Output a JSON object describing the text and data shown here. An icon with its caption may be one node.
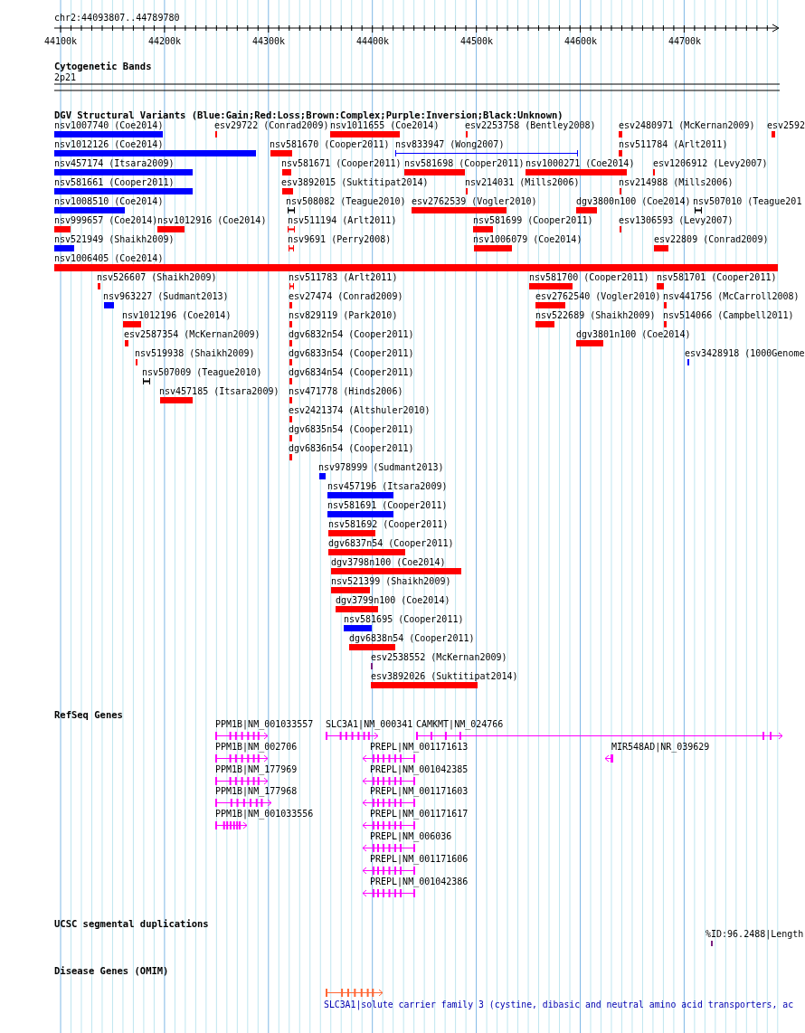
{
  "diagram": {
    "labels": [
      "chr2:44093807..44789780",
      "44100k",
      "44200k",
      "44300k",
      "44400k",
      "44500k",
      "44600k",
      "44700k",
      "Cytogenetic Bands",
      "2p21",
      "DGV Structural Variants (Blue:Gain;Red:Loss;Brown:Complex;Purple:Inversion;Black:Unknown)",
      "nsv1007740 (Coe2014)",
      "esv29722 (Conrad2009)",
      "nsv1011655 (Coe2014)",
      "esv2253758 (Bentley2008)",
      "esv2480971 (McKernan2009)",
      "esv2592",
      "nsv1012126 (Coe2014)",
      "nsv581670 (Cooper2011)",
      "nsv833947 (Wong2007)",
      "nsv511784 (Arlt2011)",
      "nsv457174 (Itsara2009)",
      "nsv581671 (Cooper2011)",
      "nsv581698 (Cooper2011)",
      "nsv1000271 (Coe2014)",
      "esv1206912 (Levy2007)",
      "nsv581661 (Cooper2011)",
      "esv3892015 (Suktitipat2014)",
      "nsv214031 (Mills2006)",
      "nsv214988 (Mills2006)",
      "nsv1008510 (Coe2014)",
      "nsv508082 (Teague2010)",
      "esv2762539 (Vogler2010)",
      "dgv3800n100 (Coe2014)",
      "nsv507010 (Teague201",
      "nsv999657 (Coe2014)",
      "nsv1012916 (Coe2014)",
      "nsv511194 (Arlt2011)",
      "nsv581699 (Cooper2011)",
      "esv1306593 (Levy2007)",
      "nsv521949 (Shaikh2009)",
      "nsv9691 (Perry2008)",
      "nsv1006079 (Coe2014)",
      "esv22809 (Conrad2009)",
      "nsv1006405 (Coe2014)",
      "nsv526607 (Shaikh2009)",
      "nsv511783 (Arlt2011)",
      "nsv581700 (Cooper2011)",
      "nsv581701 (Cooper2011)",
      "nsv963227 (Sudmant2013)",
      "esv27474 (Conrad2009)",
      "esv2762540 (Vogler2010)",
      "nsv441756 (McCarroll2008)",
      "nsv1012196 (Coe2014)",
      "nsv829119 (Park2010)",
      "nsv522689 (Shaikh2009)",
      "nsv514066 (Campbell2011)",
      "esv2587354 (McKernan2009)",
      "dgv6832n54 (Cooper2011)",
      "dgv3801n100 (Coe2014)",
      "nsv519938 (Shaikh2009)",
      "dgv6833n54 (Cooper2011)",
      "esv3428918 (1000Genome",
      "nsv507009 (Teague2010)",
      "dgv6834n54 (Cooper2011)",
      "nsv457185 (Itsara2009)",
      "nsv471778 (Hinds2006)",
      "esv2421374 (Altshuler2010)",
      "dgv6835n54 (Cooper2011)",
      "dgv6836n54 (Cooper2011)",
      "nsv978999 (Sudmant2013)",
      "nsv457196 (Itsara2009)",
      "nsv581691 (Cooper2011)",
      "nsv581692 (Cooper2011)",
      "dgv6837n54 (Cooper2011)",
      "dgv3798n100 (Coe2014)",
      "nsv521399 (Shaikh2009)",
      "dgv3799n100 (Coe2014)",
      "nsv581695 (Cooper2011)",
      "dgv6838n54 (Cooper2011)",
      "esv2538552 (McKernan2009)",
      "esv3892026 (Suktitipat2014)",
      "RefSeq Genes",
      "PPM1B|NM_001033557",
      "SLC3A1|NM_000341",
      "CAMKMT|NM_024766",
      "PPM1B|NM_002706",
      "PREPL|NM_001171613",
      "MIR548AD|NR_039629",
      "PPM1B|NM_177969",
      "PREPL|NM_001042385",
      "PPM1B|NM_177968",
      "PREPL|NM_001171603",
      "PPM1B|NM_001033556",
      "PREPL|NM_001171617",
      "PREPL|NM_006036",
      "PREPL|NM_001171606",
      "PREPL|NM_001042386",
      "UCSC segmental duplications",
      "%ID:96.2488|Length",
      "Disease Genes (OMIM)",
      "SLC3A1|solute carrier family 3 (cystine, dibasic and neutral amino acid transporters, ac"
    ]
  }
}
